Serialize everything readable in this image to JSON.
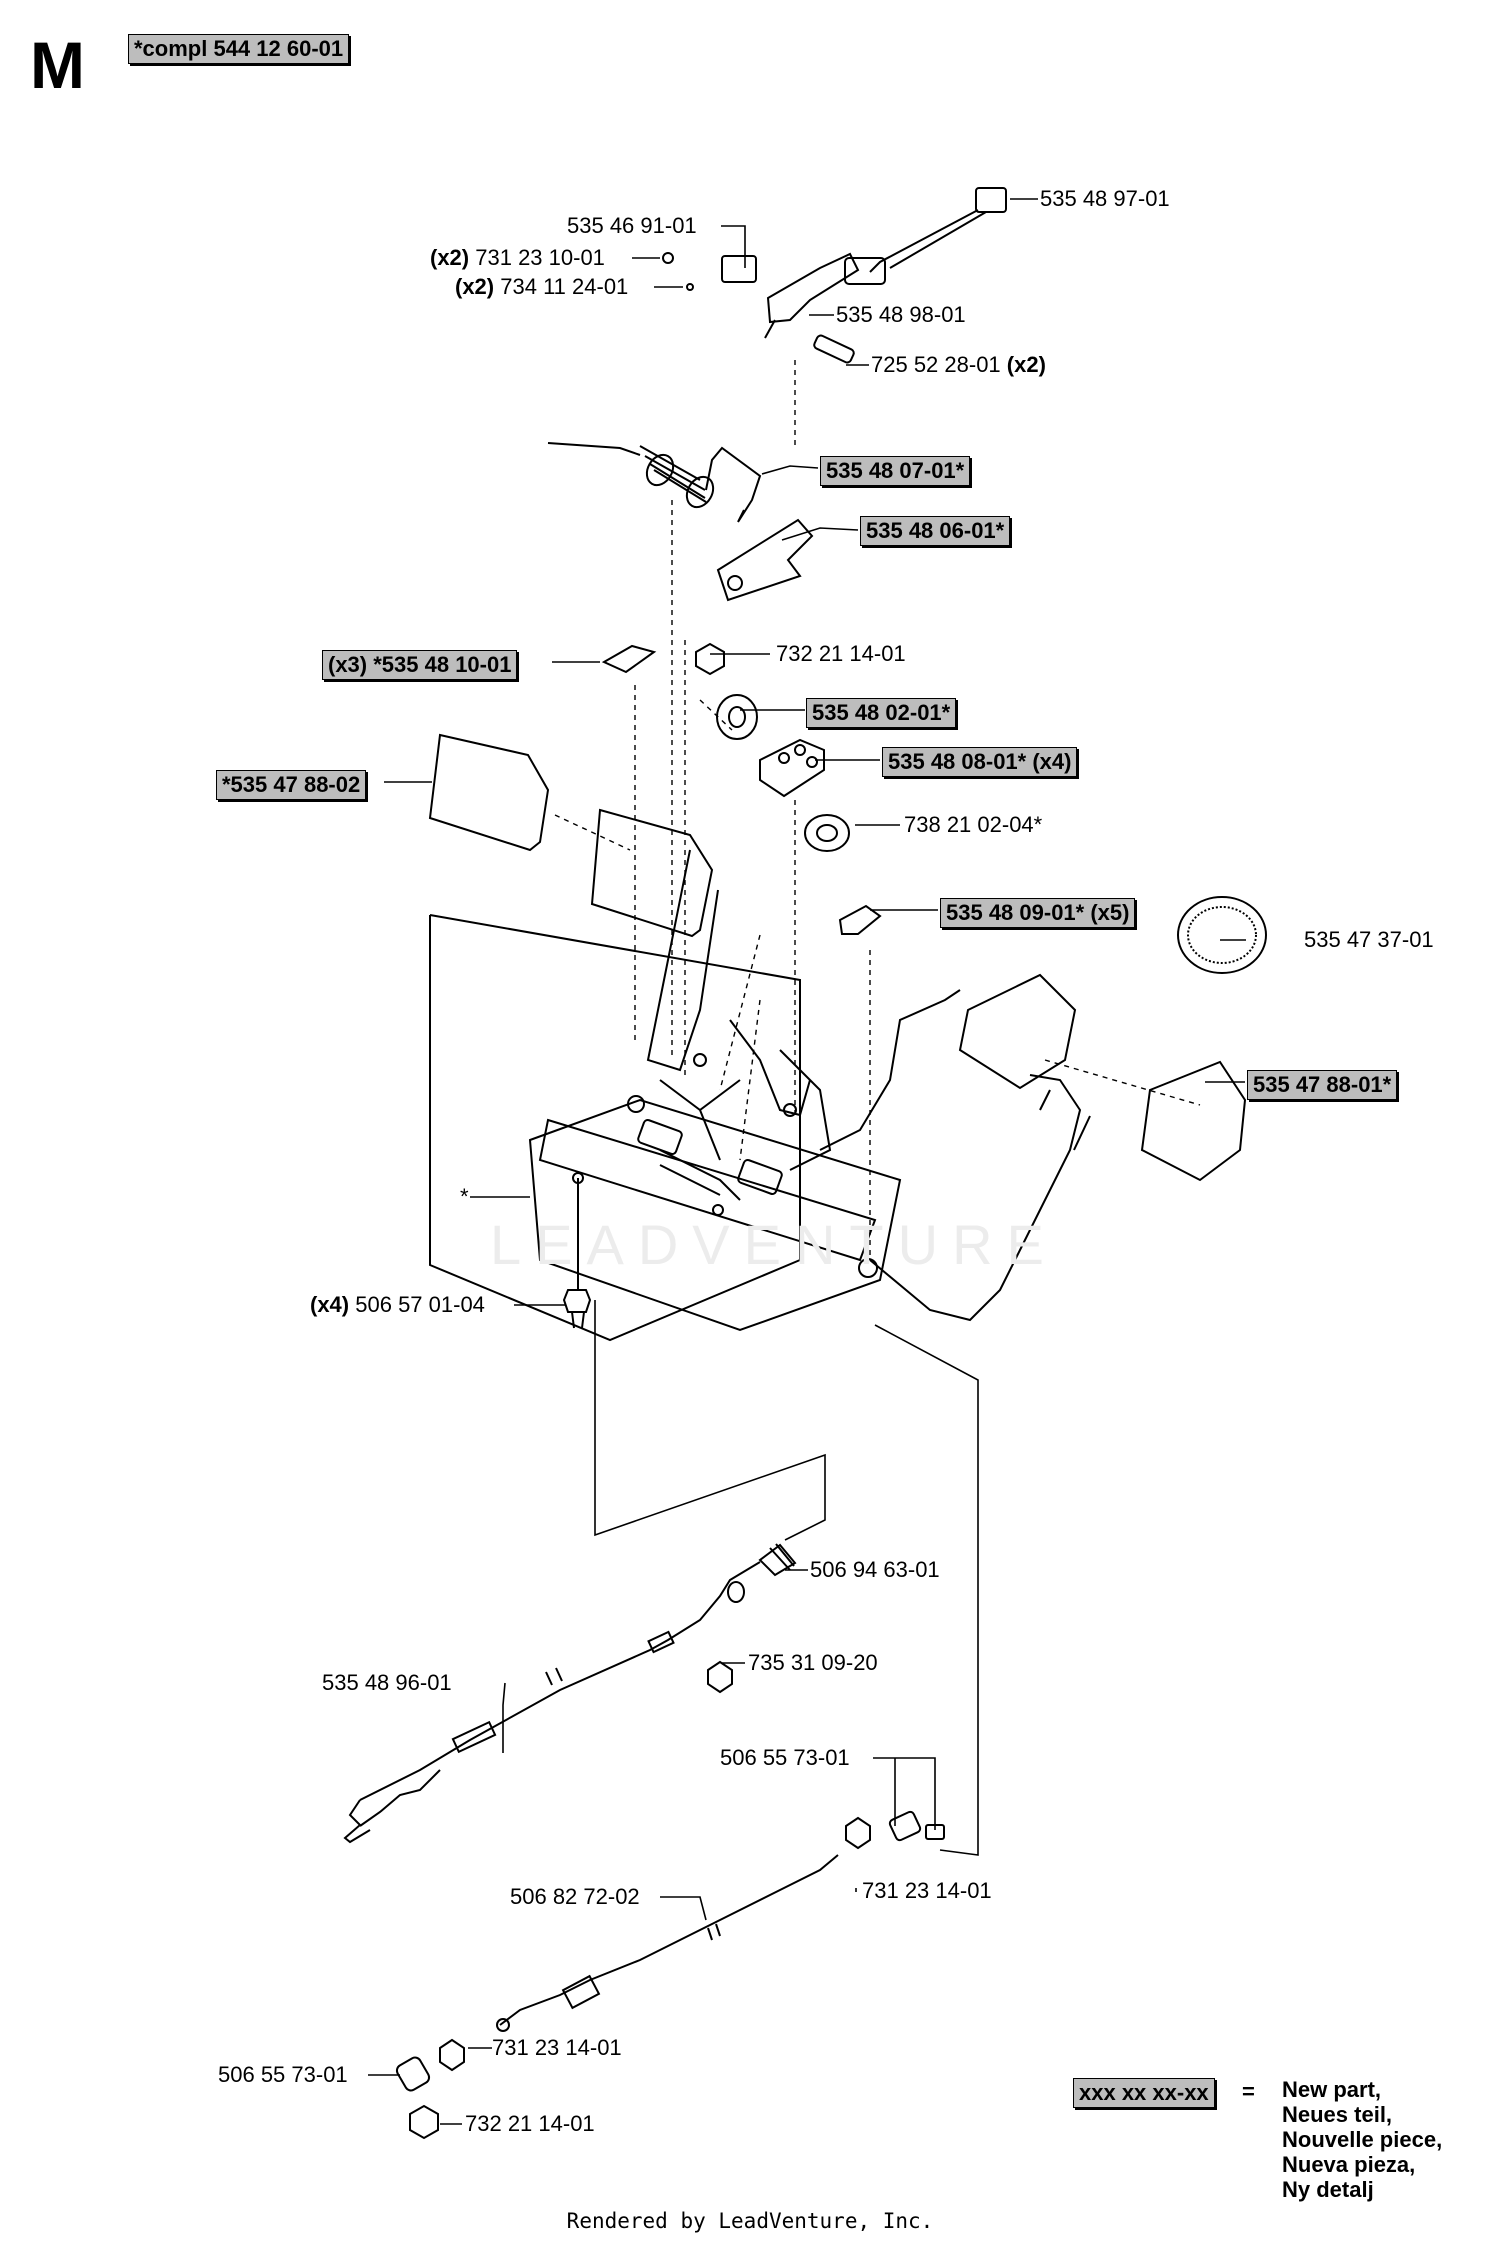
{
  "section": {
    "letter": "M",
    "assembly_label": "*compl 544 12 60-01"
  },
  "parts": [
    {
      "id": "p01",
      "number": "535 48 97-01",
      "qty": "",
      "highlighted": false
    },
    {
      "id": "p02",
      "number": "535 46 91-01",
      "qty": "",
      "highlighted": false
    },
    {
      "id": "p03",
      "number": "731 23 10-01",
      "qty": "(x2)",
      "highlighted": false
    },
    {
      "id": "p04",
      "number": "734 11 24-01",
      "qty": "(x2)",
      "highlighted": false
    },
    {
      "id": "p05",
      "number": "535 48 98-01",
      "qty": "",
      "highlighted": false
    },
    {
      "id": "p06",
      "number": "725 52 28-01",
      "qty": "(x2)",
      "highlighted": false
    },
    {
      "id": "p07",
      "number": "535 48 07-01*",
      "qty": "",
      "highlighted": true
    },
    {
      "id": "p08",
      "number": "535 48 06-01*",
      "qty": "",
      "highlighted": true
    },
    {
      "id": "p09",
      "number": "(x3) *535 48 10-01",
      "qty": "",
      "highlighted": true
    },
    {
      "id": "p10",
      "number": "732 21 14-01",
      "qty": "",
      "highlighted": false
    },
    {
      "id": "p11",
      "number": "535 48 02-01*",
      "qty": "",
      "highlighted": true
    },
    {
      "id": "p12",
      "number": "*535 47 88-02",
      "qty": "",
      "highlighted": true
    },
    {
      "id": "p13",
      "number": "535 48 08-01* (x4)",
      "qty": "",
      "highlighted": true
    },
    {
      "id": "p14",
      "number": "738 21 02-04*",
      "qty": "",
      "highlighted": false
    },
    {
      "id": "p15",
      "number": "535 48 09-01* (x5)",
      "qty": "",
      "highlighted": true
    },
    {
      "id": "p16",
      "number": "535 47 37-01",
      "qty": "",
      "highlighted": false
    },
    {
      "id": "p17",
      "number": "535 47 88-01*",
      "qty": "",
      "highlighted": true
    },
    {
      "id": "p18",
      "number": "*",
      "qty": "",
      "highlighted": false
    },
    {
      "id": "p19",
      "number": "506 57 01-04",
      "qty": "(x4)",
      "highlighted": false
    },
    {
      "id": "p20",
      "number": "506 94 63-01",
      "qty": "",
      "highlighted": false
    },
    {
      "id": "p21",
      "number": "735 31 09-20",
      "qty": "",
      "highlighted": false
    },
    {
      "id": "p22",
      "number": "535 48 96-01",
      "qty": "",
      "highlighted": false
    },
    {
      "id": "p23",
      "number": "506 55 73-01",
      "qty": "",
      "highlighted": false
    },
    {
      "id": "p24",
      "number": "731 23 14-01",
      "qty": "",
      "highlighted": false
    },
    {
      "id": "p25",
      "number": "506 82 72-02",
      "qty": "",
      "highlighted": false
    },
    {
      "id": "p26",
      "number": "731 23 14-01",
      "qty": "",
      "highlighted": false
    },
    {
      "id": "p27",
      "number": "506 55 73-01",
      "qty": "",
      "highlighted": false
    },
    {
      "id": "p28",
      "number": "732 21 14-01",
      "qty": "",
      "highlighted": false
    }
  ],
  "legend": {
    "sample": "xxx xx xx-xx",
    "equals": "=",
    "text": "New part,\nNeues teil,\nNouvelle piece,\nNueva pieza,\nNy detalj"
  },
  "watermark": "LEADVENTURE",
  "footer": "Rendered by LeadVenture, Inc."
}
